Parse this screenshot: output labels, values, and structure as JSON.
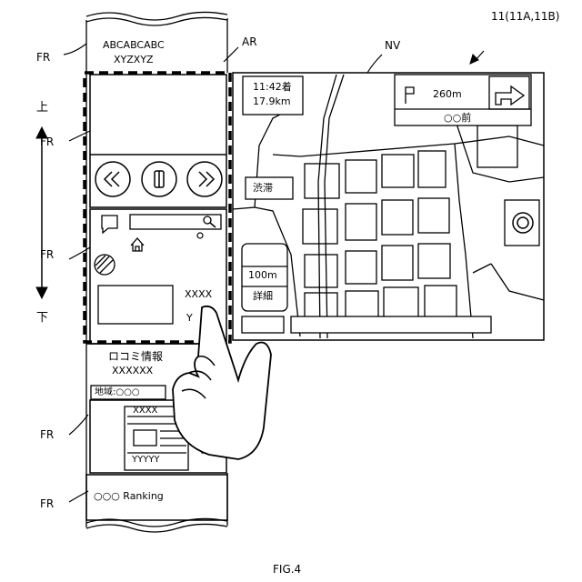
{
  "figure": {
    "ref_device": "11(11A,11B)",
    "ref_nv": "NV",
    "ref_ar": "AR",
    "ref_fr": "FR",
    "arrow_up_label": "上",
    "arrow_down_label": "下",
    "caption": "FIG.4"
  },
  "strip": {
    "top_text_line1": "ABCABCABC",
    "top_text_line2": "XYZXYZ",
    "card_text_xxxx": "XXXX",
    "card_text_y": "Y",
    "review_title": "ロコミ情報",
    "review_sub": "XXXXXX",
    "region_field": "地域:○○○",
    "list_header": "XXXX",
    "list_footer": "YYYYY",
    "ranking": "○○○ Ranking"
  },
  "media_controls": {
    "prev_icon": "rewind-icon",
    "pause_icon": "pause-icon",
    "next_icon": "fast-forward-icon"
  },
  "nav": {
    "eta_line1": "11:42着",
    "eta_line2": "17.9km",
    "turn_distance": "260m",
    "turn_label": "○○前",
    "traffic_label": "渋滞",
    "scale_label": "100m",
    "detail_label": "詳細"
  }
}
